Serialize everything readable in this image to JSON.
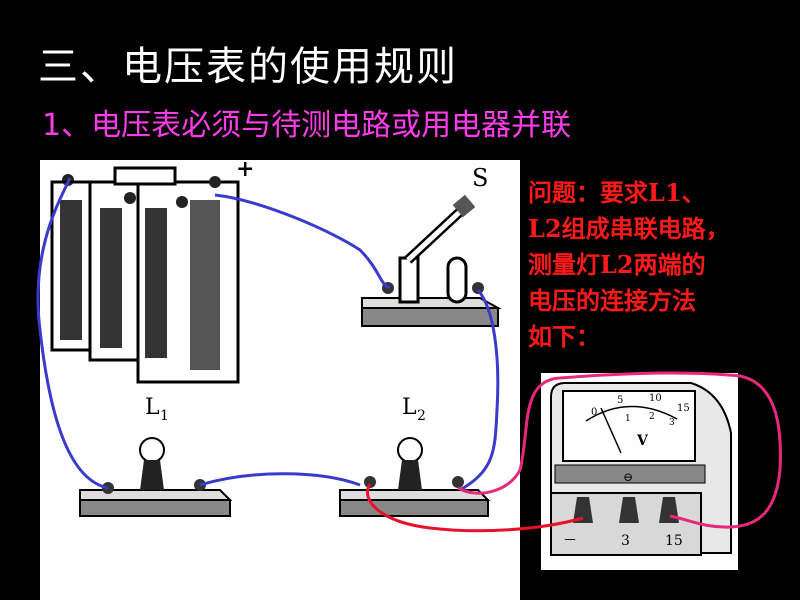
{
  "slide": {
    "title": "三、电压表的使用规则",
    "subtitle": "1、电压表必须与待测电路或用电器并联"
  },
  "diagram": {
    "battery_minus": "－",
    "battery_plus": "+",
    "switch_label": "S",
    "lamp1_label": "L",
    "lamp1_sub": "1",
    "lamp2_label": "L",
    "lamp2_sub": "2"
  },
  "question": {
    "lines": [
      "问题：要求L1、",
      "L2组成串联电路，",
      "测量灯L2两端的",
      "电压的连接方法",
      "如下："
    ]
  },
  "voltmeter": {
    "scale_top": [
      "0",
      "5",
      "10",
      "15"
    ],
    "scale_bottom": [
      "1",
      "2",
      "3"
    ],
    "unit": "V",
    "zero_adjust": "⊖",
    "terminal_labels": [
      "－",
      "3",
      "15"
    ]
  },
  "colors": {
    "background": "#000000",
    "title": "#ffffff",
    "subtitle": "#ff3de8",
    "question": "#ff1a1a",
    "blue_wire": "#3a3acc",
    "red_wire": "#e8102a",
    "pink_wire": "#e8287a"
  }
}
